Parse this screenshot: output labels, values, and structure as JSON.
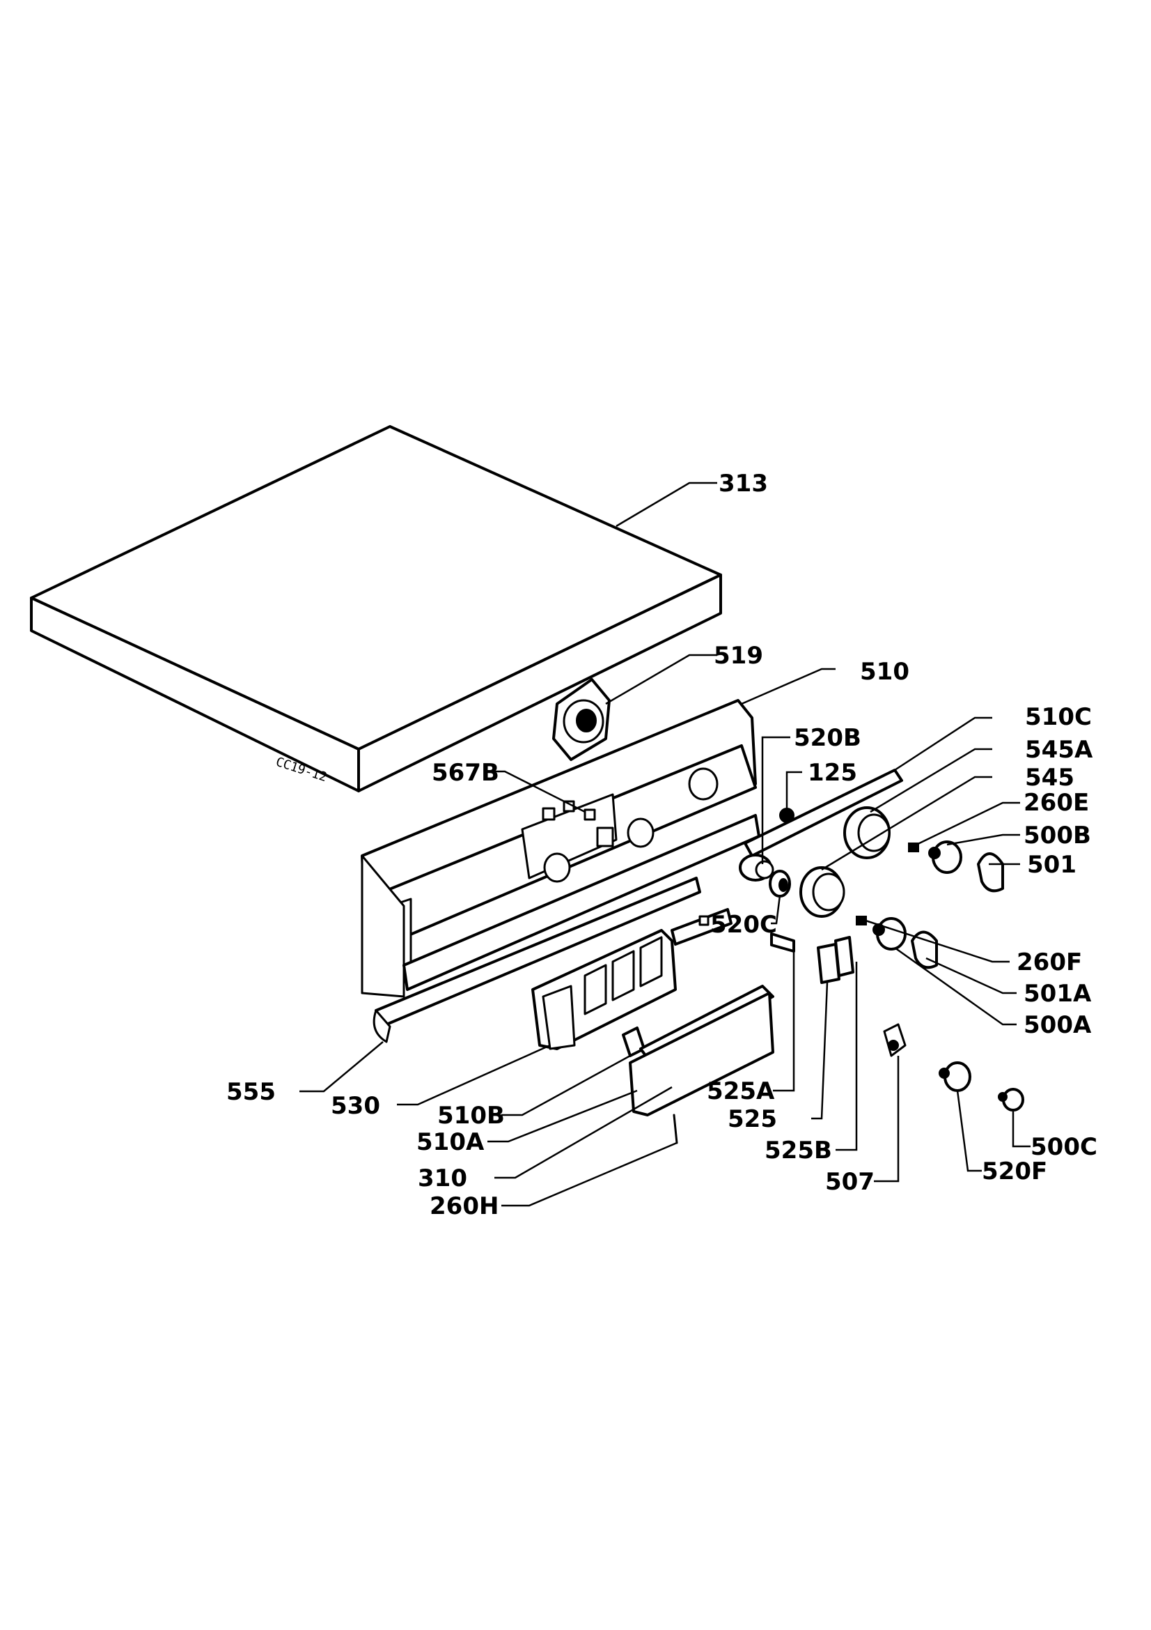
{
  "drawing_code": "CC19-12",
  "labels": {
    "l313": "313",
    "l519": "519",
    "l510": "510",
    "l510C": "510C",
    "l520B": "520B",
    "l125": "125",
    "l545A": "545A",
    "l545": "545",
    "l260E": "260E",
    "l500B": "500B",
    "l501": "501",
    "l567B": "567B",
    "l520C": "520C",
    "l260F": "260F",
    "l501A": "501A",
    "l500A": "500A",
    "l555": "555",
    "l530": "530",
    "l510B": "510B",
    "l510A": "510A",
    "l310": "310",
    "l260H": "260H",
    "l525A": "525A",
    "l525": "525",
    "l525B": "525B",
    "l507": "507",
    "l520F": "520F",
    "l500C": "500C"
  }
}
